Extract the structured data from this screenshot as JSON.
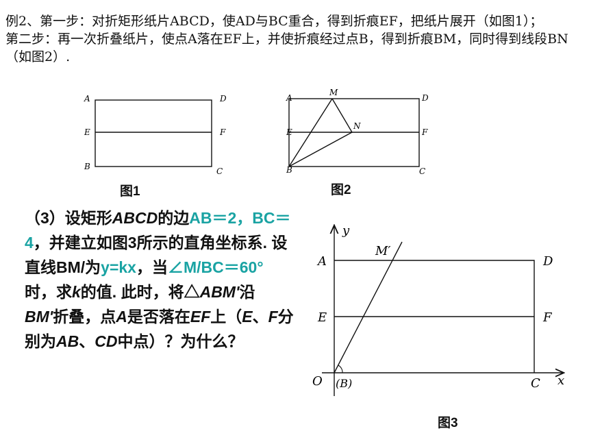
{
  "intro": {
    "line1": "例2、第一步：对折矩形纸片ABCD，使AD与BC重合，得到折痕EF，把纸片展开（如图1）；",
    "line2": "第二步：再一次折叠纸片，使点A落在EF上，并使折痕经过点B，得到折痕BM，同时得到线段BN（如图2）."
  },
  "fig1": {
    "caption": "图1",
    "labels": {
      "A": "A",
      "D": "D",
      "E": "E",
      "F": "F",
      "B": "B",
      "C": "C"
    }
  },
  "fig2": {
    "caption": "图2",
    "labels": {
      "A": "A",
      "D": "D",
      "E": "E",
      "F": "F",
      "B": "B",
      "C": "C",
      "M": "M",
      "N": "N"
    }
  },
  "question": {
    "p1": "（3）设矩形",
    "abcd": "ABCD",
    "p2": "的边",
    "ab": "AB＝2，",
    "bc": "BC＝4",
    "p3": "，并建立如图3所示的直角坐标系. 设直线",
    "bm": "BM/",
    "p4": "为",
    "ykx": "y=kx",
    "p5": "，当",
    "angle": "∠M/BC＝60°",
    "p6": " 时，求",
    "k": "k",
    "p7": "的值. 此时，将△",
    "abm": "ABM'",
    "p8": "沿",
    "bm2": "BM'",
    "p9": "折叠，点",
    "a": "A",
    "p10": "是否落在",
    "ef": "EF",
    "p11": "上（",
    "e": "E",
    "p12": "、",
    "f": "F",
    "p13": "分别为",
    "ab2": "AB",
    "p14": "、",
    "cd": "CD",
    "p15": "中点）？为什么？"
  },
  "fig3": {
    "caption": "图3",
    "labels": {
      "A": "A",
      "D": "D",
      "E": "E",
      "F": "F",
      "C": "C",
      "O": "O",
      "B": "(B)",
      "M": "M′",
      "x": "x",
      "y": "y"
    }
  }
}
